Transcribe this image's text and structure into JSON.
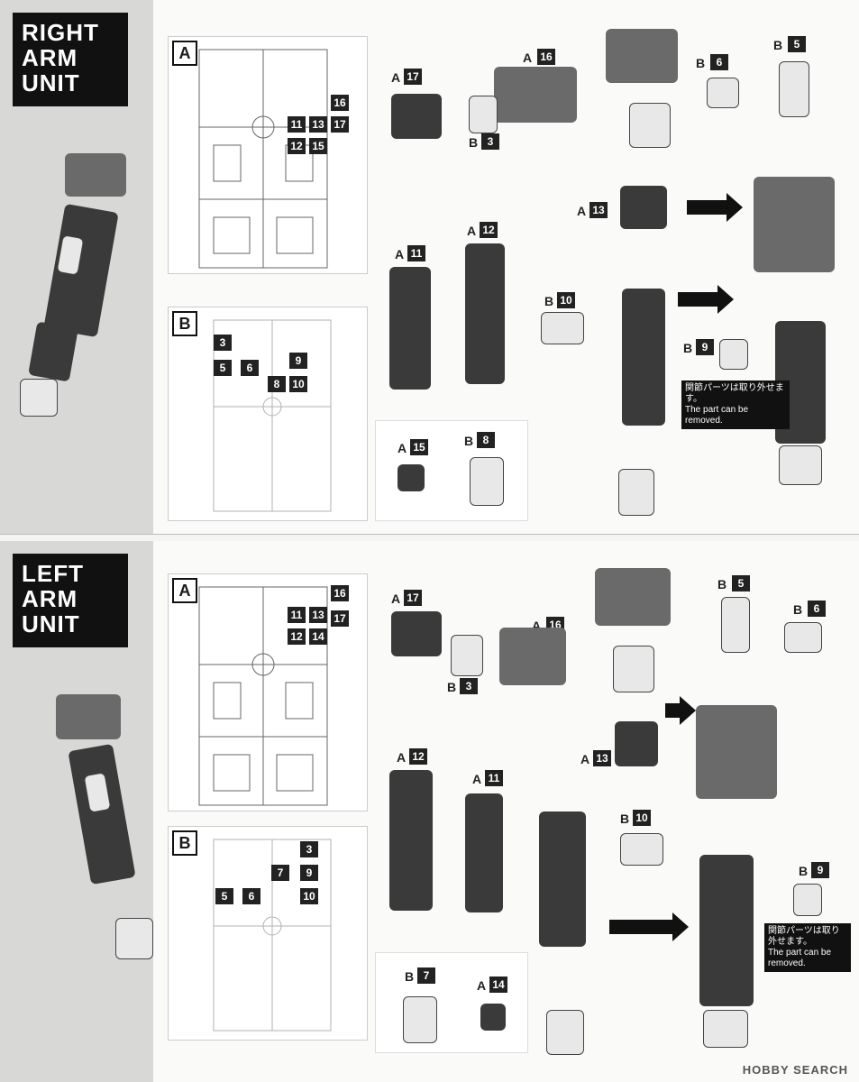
{
  "right_unit": {
    "title": "RIGHT\nARM\nUNIT",
    "runner_a": {
      "label": "A",
      "numbers": [
        "11",
        "13",
        "16",
        "12",
        "15",
        "17"
      ]
    },
    "runner_b": {
      "label": "B",
      "numbers": [
        "3",
        "5",
        "6",
        "9",
        "8",
        "10"
      ]
    },
    "callouts": [
      {
        "letter": "A",
        "num": "17"
      },
      {
        "letter": "A",
        "num": "16"
      },
      {
        "letter": "B",
        "num": "3"
      },
      {
        "letter": "B",
        "num": "6"
      },
      {
        "letter": "B",
        "num": "5"
      },
      {
        "letter": "A",
        "num": "13"
      },
      {
        "letter": "A",
        "num": "11"
      },
      {
        "letter": "A",
        "num": "12"
      },
      {
        "letter": "B",
        "num": "10"
      },
      {
        "letter": "B",
        "num": "9"
      },
      {
        "letter": "A",
        "num": "15"
      },
      {
        "letter": "B",
        "num": "8"
      }
    ],
    "note_jp": "関節パーツは取り外せます。",
    "note_en": "The part can be removed."
  },
  "left_unit": {
    "title": "LEFT\nARM\nUNIT",
    "runner_a": {
      "label": "A",
      "numbers": [
        "16",
        "11",
        "13",
        "17",
        "12",
        "14"
      ]
    },
    "runner_b": {
      "label": "B",
      "numbers": [
        "3",
        "7",
        "9",
        "5",
        "6",
        "10"
      ]
    },
    "callouts": [
      {
        "letter": "A",
        "num": "17"
      },
      {
        "letter": "A",
        "num": "16"
      },
      {
        "letter": "B",
        "num": "3"
      },
      {
        "letter": "B",
        "num": "5"
      },
      {
        "letter": "B",
        "num": "6"
      },
      {
        "letter": "A",
        "num": "13"
      },
      {
        "letter": "A",
        "num": "12"
      },
      {
        "letter": "A",
        "num": "11"
      },
      {
        "letter": "B",
        "num": "10"
      },
      {
        "letter": "B",
        "num": "9"
      },
      {
        "letter": "B",
        "num": "7"
      },
      {
        "letter": "A",
        "num": "14"
      }
    ],
    "note_jp": "関節パーツは取り外せます。",
    "note_en": "The part can be removed."
  },
  "watermark": "HOBBY SEARCH"
}
